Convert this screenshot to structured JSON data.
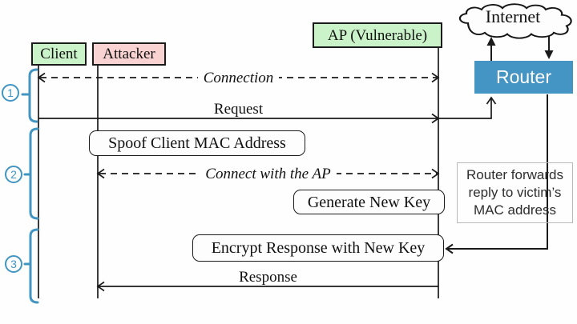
{
  "diagram": {
    "actors": {
      "client": "Client",
      "attacker": "Attacker",
      "ap": "AP (Vulnerable)"
    },
    "network": {
      "internet": "Internet",
      "router": "Router"
    },
    "messages": {
      "connection": "Connection",
      "request": "Request",
      "spoof": "Spoof Client MAC Address",
      "connect": "Connect with the AP",
      "generate": "Generate New Key",
      "encrypt": "Encrypt Response with New Key",
      "response": "Response"
    },
    "note": {
      "line1": "Router forwards",
      "line2": "reply to victim’s",
      "line3": "MAC address"
    },
    "steps": {
      "one": "1",
      "two": "2",
      "three": "3"
    },
    "colors": {
      "actor_green": "#cbf3c9",
      "attacker_pink": "#f8d3d1",
      "router_blue": "#4494c4",
      "step_blue": "#4295c1",
      "line_black": "#1a1a1a",
      "note_border_gray": "#b9b9b9"
    }
  }
}
